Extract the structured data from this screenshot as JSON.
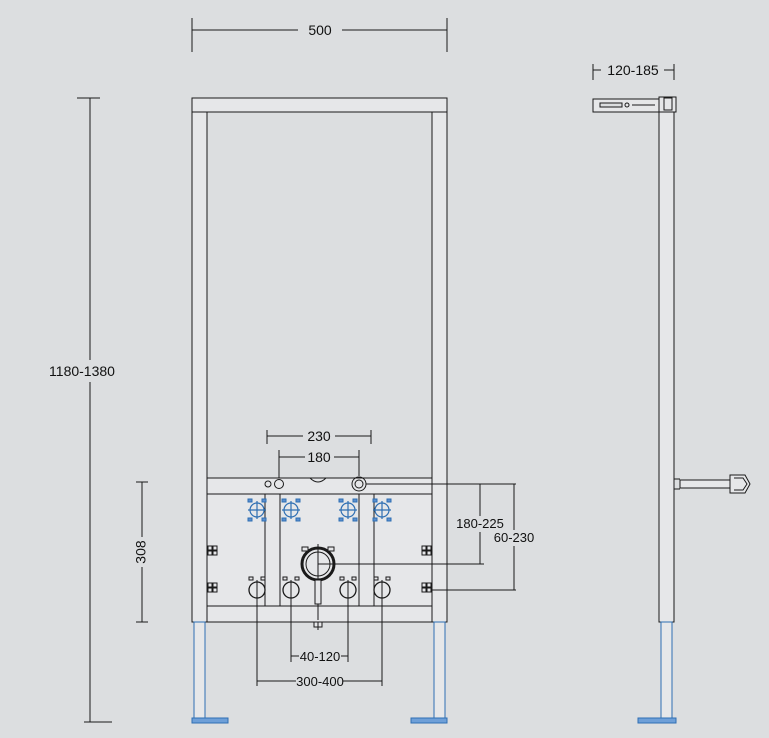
{
  "dimensions": {
    "frame_width": "500",
    "frame_height": "1180-1380",
    "side_depth": "120-185",
    "pipe_spacing_outer": "230",
    "pipe_spacing_inner": "180",
    "drain_height_a": "180-225",
    "drain_height_b": "60-230",
    "plate_height": "308",
    "fixing_spacing_inner": "40-120",
    "fixing_spacing_outer": "300-400"
  },
  "colors": {
    "background": "#dcdee0",
    "line": "#1a1a1a",
    "accent_blue": "#2f6fb3"
  }
}
